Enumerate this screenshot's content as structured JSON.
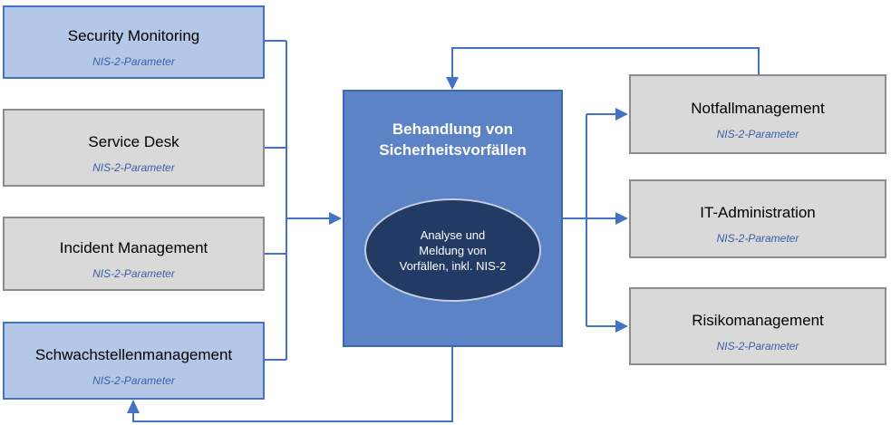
{
  "diagram": {
    "left_nodes": [
      {
        "label": "Security Monitoring",
        "sublabel": "NIS-2-Parameter",
        "style": "blue"
      },
      {
        "label": "Service Desk",
        "sublabel": "NIS-2-Parameter",
        "style": "gray"
      },
      {
        "label": "Incident Management",
        "sublabel": "NIS-2-Parameter",
        "style": "gray"
      },
      {
        "label": "Schwachstellenmanagement",
        "sublabel": "NIS-2-Parameter",
        "style": "blue"
      }
    ],
    "center_node": {
      "title": "Behandlung von Sicherheitsvorfällen",
      "title_lines": [
        "Behandlung von",
        "Sicherheitsvorfällen"
      ],
      "ellipse_text": "Analyse und Meldung von Vorfällen, inkl. NIS-2",
      "ellipse_lines": [
        "Analyse und",
        "Meldung von",
        "Vorfällen, inkl. NIS-2"
      ]
    },
    "right_nodes": [
      {
        "label": "Notfallmanagement",
        "sublabel": "NIS-2-Parameter",
        "style": "gray"
      },
      {
        "label": "IT-Administration",
        "sublabel": "NIS-2-Parameter",
        "style": "gray"
      },
      {
        "label": "Risikomanagement",
        "sublabel": "NIS-2-Parameter",
        "style": "gray"
      }
    ],
    "colors": {
      "accent_blue": "#4472C4",
      "light_blue_fill": "#B4C7E7",
      "light_blue_border": "#4472C4",
      "gray_fill": "#D9D9D9",
      "gray_border": "#8C8C8C",
      "center_fill": "#5B83C6",
      "center_border": "#3E68B5",
      "ellipse_fill": "#233A64",
      "ellipse_border": "#C6CEDD",
      "subtitle_blue": "#3A5DA8",
      "title_black": "#000000",
      "center_text_white": "#FFFFFF"
    }
  }
}
